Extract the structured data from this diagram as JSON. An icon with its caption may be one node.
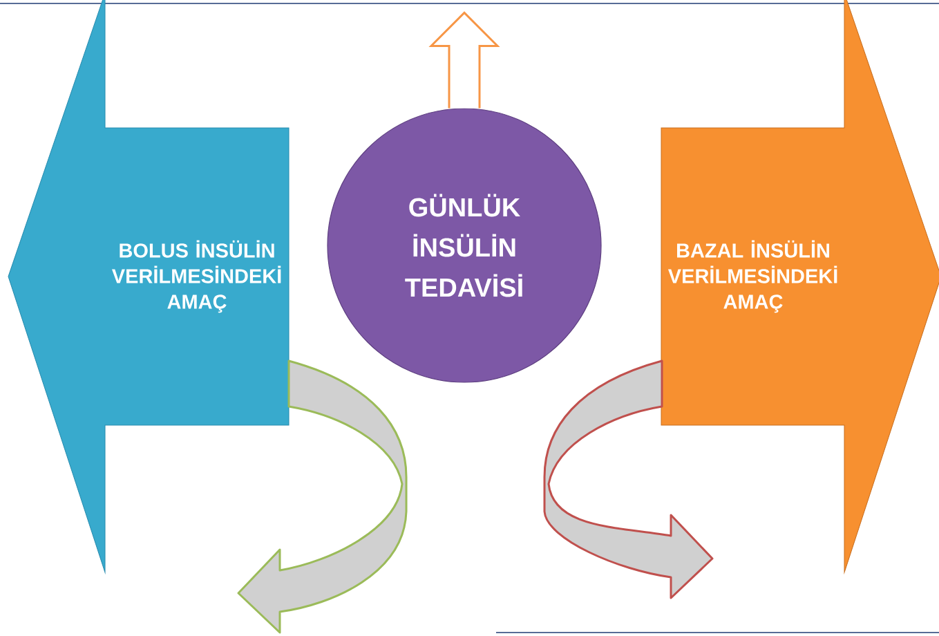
{
  "diagram": {
    "nodes": [
      {
        "text": [
          "BOLUS İNSÜLİN VERİLMESİNDEKİ AMAÇ"
        ]
      },
      {
        "text": [
          "GÜNLÜK İNSÜLİN TEDAVİSİ"
        ]
      },
      {
        "text": [
          "BAZAL İNSÜLİN VERİLMESİNDEKİ AMAÇ"
        ]
      }
    ],
    "edges": [
      {
        "from": 1,
        "to": null,
        "arrow": "to",
        "color": "#f79646"
      },
      {
        "from": 0,
        "to": null,
        "arrow": "to",
        "color": "#9bbb59"
      },
      {
        "from": 2,
        "to": null,
        "arrow": "to",
        "color": "#c0504d"
      }
    ]
  }
}
